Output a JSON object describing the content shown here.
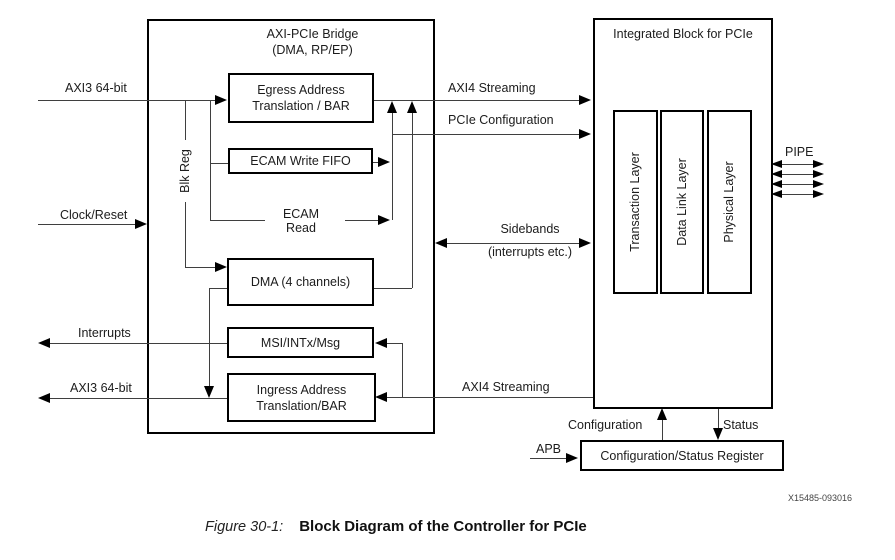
{
  "figure": {
    "caption_label": "Figure 30-1:",
    "caption_title": "Block Diagram of the Controller for PCIe",
    "watermark": "X15485-093016"
  },
  "bridge": {
    "title1": "AXI-PCIe Bridge",
    "title2": "(DMA, RP/EP)",
    "blk_reg": "Blk Reg",
    "blocks": {
      "egress1": "Egress Address",
      "egress2": "Translation / BAR",
      "fifo": "ECAM Write FIFO",
      "ecam1": "ECAM",
      "ecam2": "Read",
      "dma": "DMA (4 channels)",
      "msi": "MSI/INTx/Msg",
      "ingress1": "Ingress Address",
      "ingress2": "Translation/BAR"
    }
  },
  "integrated": {
    "title": "Integrated Block for PCIe",
    "layers": [
      "Transaction Layer",
      "Data Link Layer",
      "Physical Layer"
    ]
  },
  "csr": {
    "label": "Configuration/Status Register"
  },
  "signals": {
    "axi3_in": "AXI3 64-bit",
    "clock_reset": "Clock/Reset",
    "interrupts": "Interrupts",
    "axi3_out": "AXI3 64-bit",
    "axi4_top": "AXI4 Streaming",
    "pcie_config": "PCIe Configuration",
    "sidebands1": "Sidebands",
    "sidebands2": "(interrupts etc.)",
    "axi4_bottom": "AXI4 Streaming",
    "pipe": "PIPE",
    "configuration": "Configuration",
    "status": "Status",
    "apb": "APB"
  },
  "colors": {
    "line": "#3f3f3f",
    "border": "#000000",
    "background": "#ffffff"
  }
}
